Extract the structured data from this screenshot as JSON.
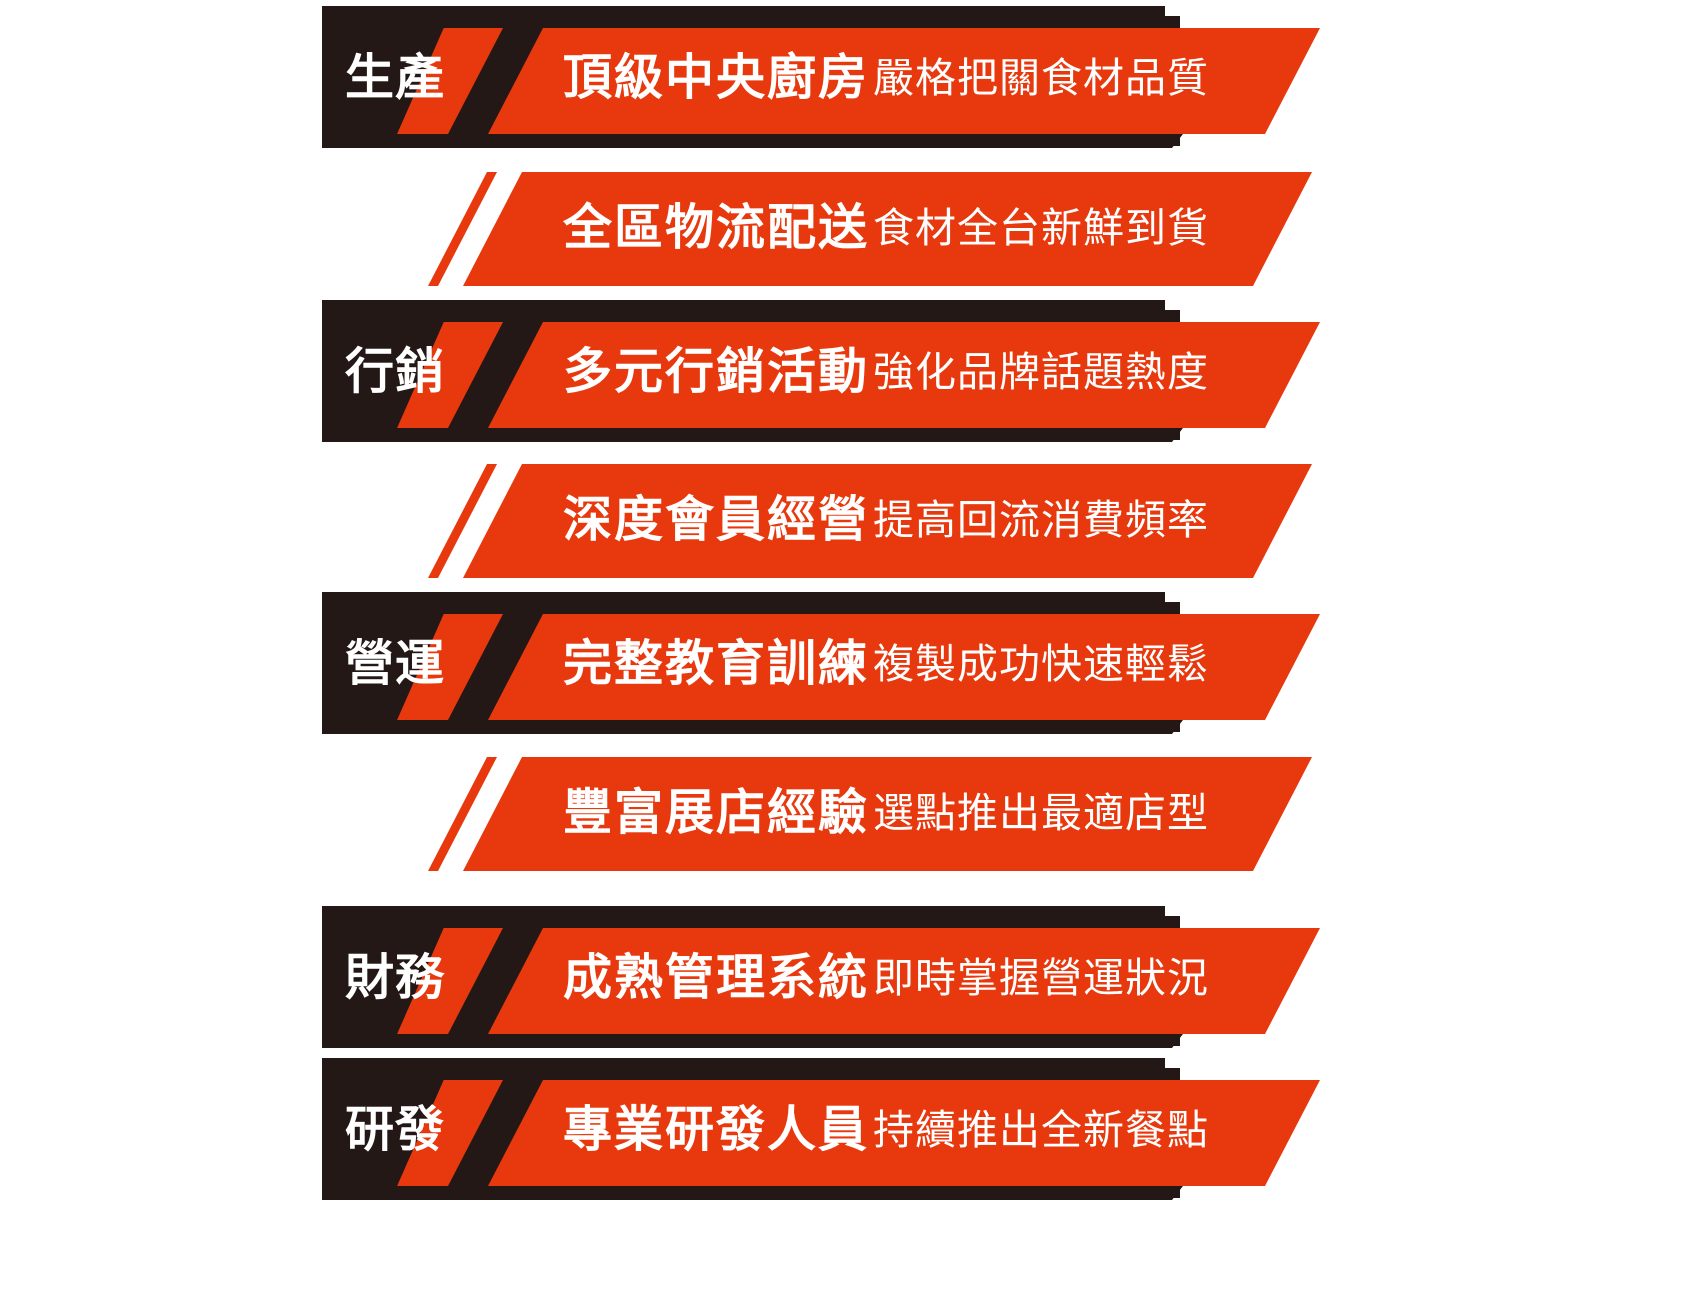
{
  "theme": {
    "red": "#E8380D",
    "dark": "#231815",
    "text": "#FFFFFF",
    "background": "#FFFFFF"
  },
  "banners": [
    {
      "variant": "labeled",
      "category": "生產",
      "title": "頂級中央廚房",
      "subtitle": "嚴格把關食材品質"
    },
    {
      "variant": "plain",
      "category": "",
      "title": "全區物流配送",
      "subtitle": "食材全台新鮮到貨"
    },
    {
      "variant": "labeled",
      "category": "行銷",
      "title": "多元行銷活動",
      "subtitle": "強化品牌話題熱度"
    },
    {
      "variant": "plain",
      "category": "",
      "title": "深度會員經營",
      "subtitle": "提高回流消費頻率"
    },
    {
      "variant": "labeled",
      "category": "營運",
      "title": "完整教育訓練",
      "subtitle": "複製成功快速輕鬆"
    },
    {
      "variant": "plain",
      "category": "",
      "title": "豐富展店經驗",
      "subtitle": "選點推出最適店型"
    },
    {
      "variant": "labeled",
      "category": "財務",
      "title": "成熟管理系統",
      "subtitle": "即時掌握營運狀況"
    },
    {
      "variant": "labeled",
      "category": "研發",
      "title": "專業研發人員",
      "subtitle": "持續推出全新餐點"
    }
  ]
}
